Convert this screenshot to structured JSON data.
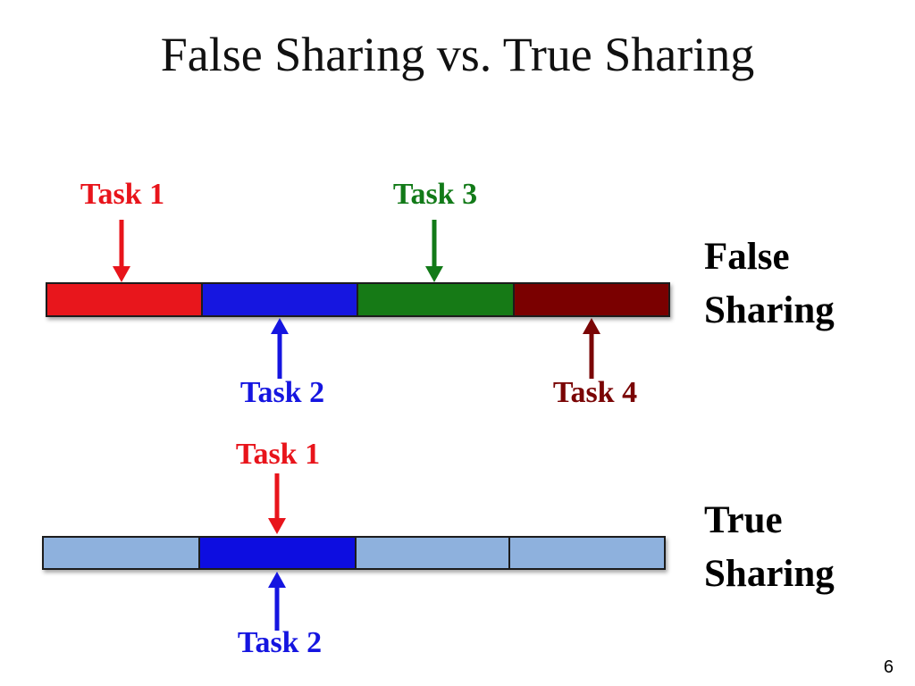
{
  "title": "False Sharing vs. True Sharing",
  "colors": {
    "task1": "#e8141b",
    "task2": "#1515e0",
    "task3": "#127a18",
    "task4": "#7a0505",
    "line_light": "#8eb1dd",
    "line_active": "#1111e0"
  },
  "false_sharing": {
    "label_line1": "False",
    "label_line2": "Sharing",
    "tasks": [
      "Task 1",
      "Task 3",
      "Task 2",
      "Task 4"
    ]
  },
  "true_sharing": {
    "label_line1": "True",
    "label_line2": "Sharing",
    "tasks": [
      "Task 1",
      "Task 2"
    ]
  },
  "page_number": "6"
}
